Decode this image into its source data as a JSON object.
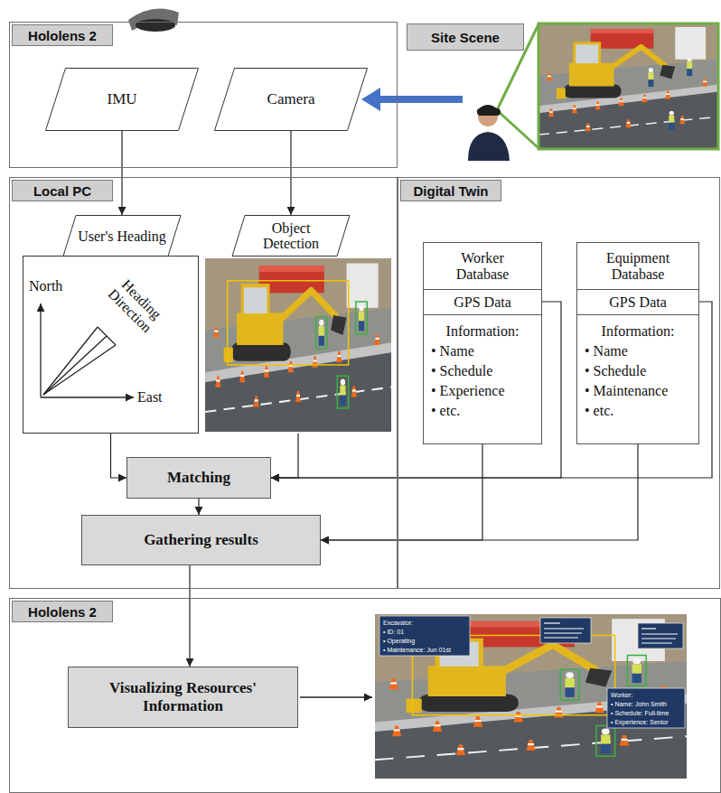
{
  "diagram": {
    "nodes": [
      {
        "text": [
          "Hololens 2"
        ]
      },
      {
        "text": [
          "IMU"
        ],
        "in": 0
      },
      {
        "text": [
          "Camera"
        ],
        "in": 0
      },
      {
        "text": [
          "Site Scene"
        ]
      },
      {
        "text": [
          "Local PC"
        ]
      },
      {
        "text": [
          "User's Heading",
          "North",
          "Heading Direction",
          "East"
        ],
        "in": 4
      },
      {
        "text": [
          "Object Detection"
        ],
        "in": 4
      },
      {
        "text": [
          "Matching"
        ],
        "in": 4
      },
      {
        "text": [
          "Gathering results"
        ],
        "in": 4
      },
      {
        "text": [
          "Digital Twin"
        ]
      },
      {
        "text": [
          "Worker Database"
        ],
        "in": 9
      },
      {
        "text": [
          "GPS Data"
        ],
        "in": 10
      },
      {
        "text": [
          "Information:",
          "• Name",
          "• Schedule",
          "• Experience",
          "• etc."
        ],
        "in": 10
      },
      {
        "text": [
          "Equipment Database"
        ],
        "in": 9
      },
      {
        "text": [
          "GPS Data"
        ],
        "in": 13
      },
      {
        "text": [
          "Information:",
          "• Name",
          "• Schedule",
          "• Maintenance",
          "• etc."
        ],
        "in": 13
      },
      {
        "text": [
          "Hololens 2"
        ]
      },
      {
        "text": [
          "Visualizing Resources' Information"
        ],
        "in": 16
      }
    ],
    "edges": [
      {
        "from": 1,
        "to": 5,
        "arrow": "to"
      },
      {
        "from": 2,
        "to": 6,
        "arrow": "to"
      },
      {
        "from": 5,
        "to": 7,
        "arrow": "to"
      },
      {
        "from": 6,
        "to": 7,
        "arrow": "to"
      },
      {
        "from": 11,
        "to": 7,
        "arrow": "to"
      },
      {
        "from": 14,
        "to": 7,
        "arrow": "to"
      },
      {
        "from": 12,
        "to": 8,
        "arrow": "to"
      },
      {
        "from": 15,
        "to": 8,
        "arrow": "to"
      },
      {
        "from": 7,
        "to": 8,
        "arrow": "to"
      },
      {
        "from": 8,
        "to": 17,
        "arrow": "to"
      }
    ],
    "labels": [
      "Excavator:",
      "• ID: 01",
      "• Operating",
      "• Maintenance: Jun 01st",
      "Worker:",
      "• Name: John Smith",
      "• Schedule: Full-time",
      "• Experience: Senior"
    ]
  }
}
